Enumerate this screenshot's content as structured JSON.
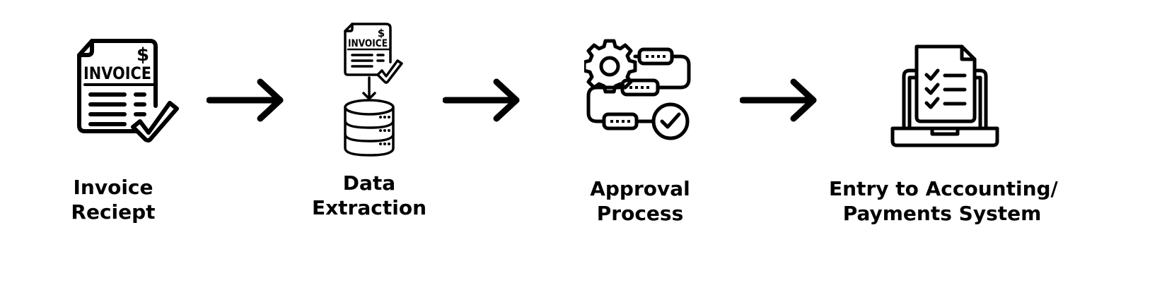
{
  "colors": {
    "ink": "#000000",
    "background": "#ffffff"
  },
  "steps": [
    {
      "icon": "invoice-receipt-icon",
      "line1": "Invoice",
      "line2": "Reciept",
      "doc_title": "INVOICE",
      "currency": "$"
    },
    {
      "icon": "data-extraction-icon",
      "line1": "Data",
      "line2": "Extraction",
      "doc_title": "INVOICE",
      "currency": "$"
    },
    {
      "icon": "approval-workflow-icon",
      "line1": "Approval",
      "line2": "Process"
    },
    {
      "icon": "laptop-document-icon",
      "line1": "Entry to Accounting/",
      "line2": "Payments System"
    }
  ],
  "connectors": [
    {
      "icon": "arrow-right-icon"
    },
    {
      "icon": "arrow-right-icon"
    },
    {
      "icon": "arrow-right-icon"
    }
  ]
}
